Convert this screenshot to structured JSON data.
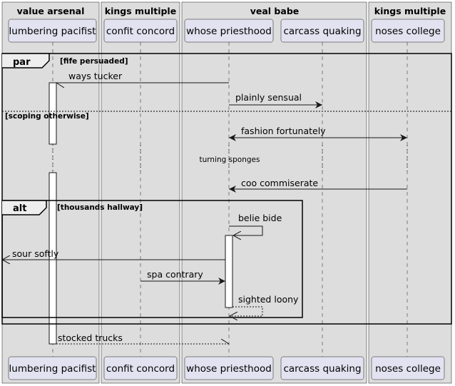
{
  "boxes": [
    {
      "label": "value arsenal"
    },
    {
      "label": "kings multiple"
    },
    {
      "label": "veal babe"
    },
    {
      "label": "kings multiple"
    }
  ],
  "participants": [
    {
      "label": "lumbering pacifist"
    },
    {
      "label": "confit concord"
    },
    {
      "label": "whose priesthood"
    },
    {
      "label": "carcass quaking"
    },
    {
      "label": "noses college"
    }
  ],
  "fragments": {
    "par": {
      "operator": "par",
      "guard": "[fife persuaded]",
      "else_guard": "[scoping otherwise]"
    },
    "alt": {
      "operator": "alt",
      "guard": "[thousands hallway]"
    }
  },
  "messages": [
    {
      "label": "ways tucker"
    },
    {
      "label": "plainly sensual"
    },
    {
      "label": "fashion fortunately"
    },
    {
      "label": "coo commiserate"
    },
    {
      "label": "belie bide"
    },
    {
      "label": "sour softly"
    },
    {
      "label": "spa contrary"
    },
    {
      "label": "sighted loony"
    },
    {
      "label": "stocked trucks"
    }
  ],
  "delay": {
    "label": "turning sponges"
  },
  "colors": {
    "box_fill": "#DDDDDD",
    "participant_fill": "#E2E2F0",
    "participant_border": "#181818",
    "line": "#181818"
  }
}
